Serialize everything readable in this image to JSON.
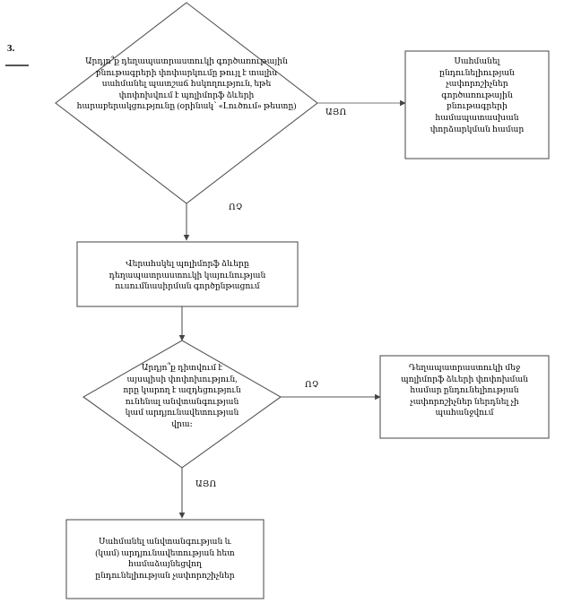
{
  "document": {
    "language": "Armenian",
    "marker": "3.",
    "background_color": "#ffffff",
    "line_color": "#444444",
    "text_color": "#000000"
  },
  "flowchart": {
    "type": "flowchart",
    "orientation": "top-to-bottom",
    "nodes": [
      {
        "id": "decision-1",
        "shape": "diamond",
        "text": "Արդյո՞ք դեղապատրաստուկի գործառութային\nբնութագրերի փոփարկումը թույլ է տալիս\nսահմանել պատշաճ հսկողություն, եթե\nփոփոխվում է պոլիմորֆ ձևերի\nհարաբերակցությունը (օրինակ՝ «Լուծում» թեստը)"
      },
      {
        "id": "process-right-1",
        "shape": "rectangle",
        "text": "Սահմանել\nընդունելիության\nչափորոշիչներ\nգործառութային\nբնութագրերի\nհամապատասխան\nփորձարկման համար"
      },
      {
        "id": "process-center-1",
        "shape": "rectangle",
        "text": "Վերահսկել պոլիմորֆ ձևերը\nդեղապատրաստուկի կայունության\nուսումնասիրման գործընթացում"
      },
      {
        "id": "decision-2",
        "shape": "diamond",
        "text": "Արդյո՞ք դիտվում է\nայսպիսի փոփոխություն,\nորը կարող է ազդեցություն\nունենալ անվտանգության\nկամ արդյունավետության\nվրա։"
      },
      {
        "id": "process-right-2",
        "shape": "rectangle",
        "text": "Դեղապատրաստուկի մեջ\nպոլիմորֆ ձևերի փոփոխման\nհամար ընդունելիության\nչափորոշիչներ ներդնել չի\nպահանջվում"
      },
      {
        "id": "process-bottom",
        "shape": "rectangle",
        "text": "Սահմանել անվտանգության և\n(կամ) արդյունավետության հետ\nհամաձայնեցվող\nընդունելիության չափորոշիչներ"
      }
    ],
    "edges": [
      {
        "id": "edge-yes-1",
        "from": "decision-1",
        "to": "process-right-1",
        "label": "ԱՅՈ"
      },
      {
        "id": "edge-no-1",
        "from": "decision-1",
        "to": "process-center-1",
        "label": "ՈՉ"
      },
      {
        "id": "edge-plain-1",
        "from": "process-center-1",
        "to": "decision-2",
        "label": ""
      },
      {
        "id": "edge-no-2",
        "from": "decision-2",
        "to": "process-right-2",
        "label": "ՈՉ"
      },
      {
        "id": "edge-yes-2",
        "from": "decision-2",
        "to": "process-bottom",
        "label": "ԱՅՈ"
      }
    ]
  }
}
